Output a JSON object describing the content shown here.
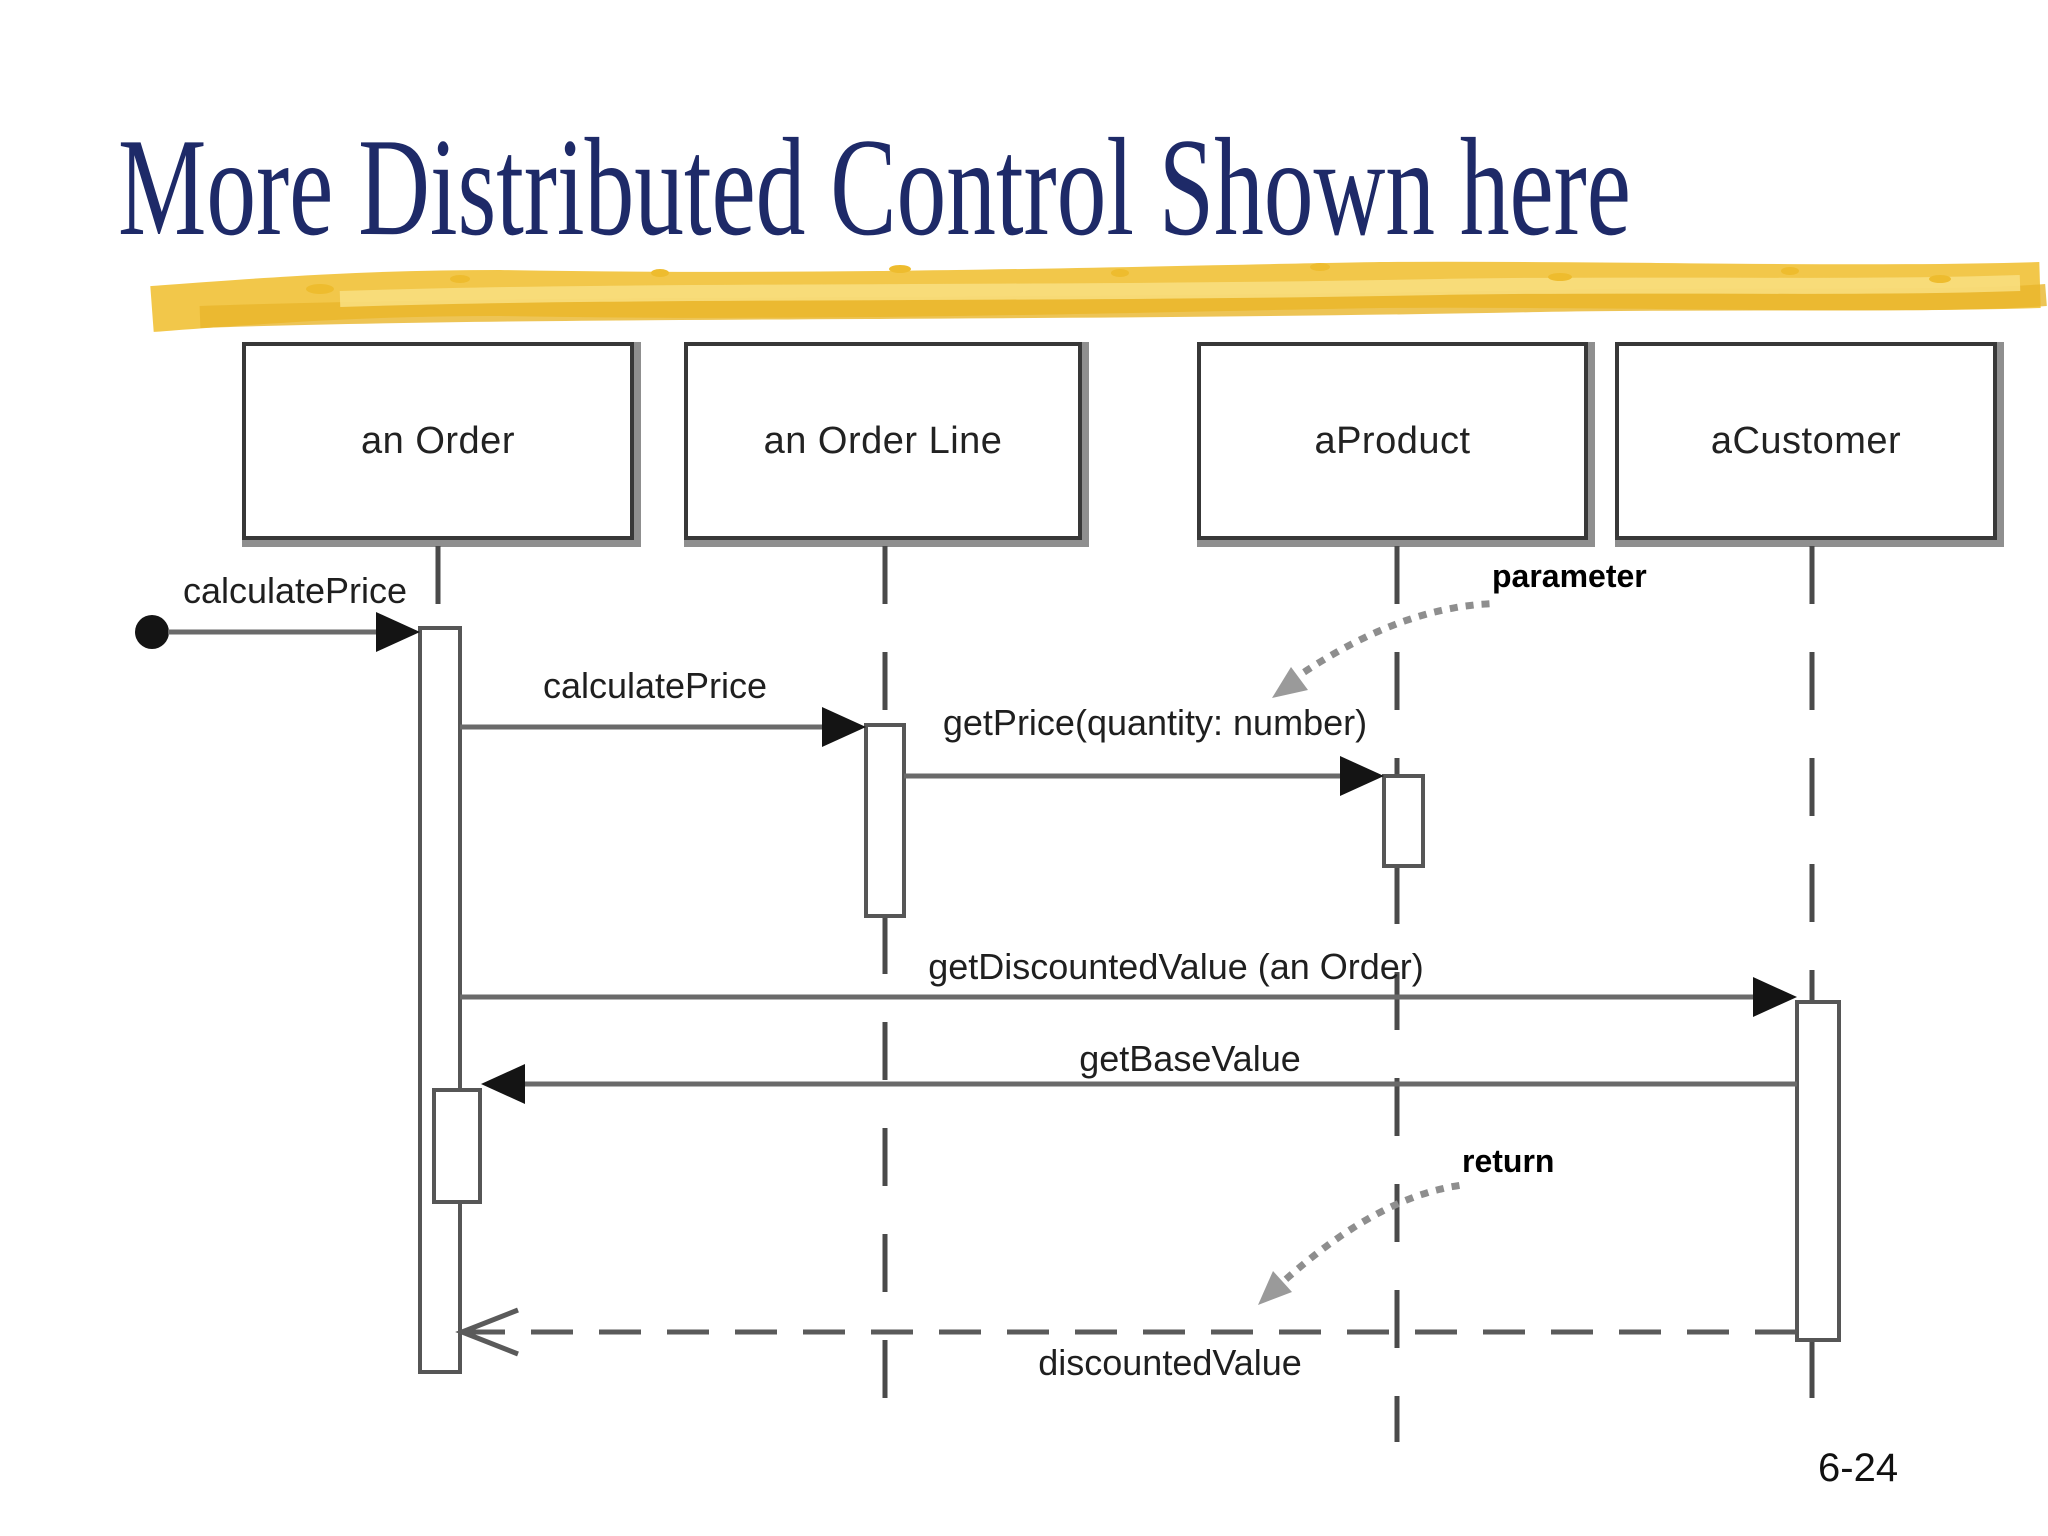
{
  "title": "More Distributed Control Shown here",
  "page_number": "6-24",
  "colors": {
    "title_navy": "#1e2a68",
    "brush_yellow": "#f1c440",
    "brush_highlight": "#f8de7e",
    "brush_dark": "#e8b52b",
    "diagram_line_gray": "#6a6a6a",
    "arrowhead_black": "#141414",
    "annotation_gray": "#8e8e8e"
  },
  "diagram": {
    "kind": "uml-sequence-diagram",
    "objects": [
      {
        "label": "an Order"
      },
      {
        "label": "an Order Line"
      },
      {
        "label": "aProduct"
      },
      {
        "label": "aCustomer"
      }
    ],
    "messages": [
      {
        "label": "calculatePrice",
        "from": "found-message-start",
        "to": "an Order",
        "style": "sync"
      },
      {
        "label": "calculatePrice",
        "from": "an Order",
        "to": "an Order Line",
        "style": "sync"
      },
      {
        "label": "getPrice(quantity: number)",
        "from": "an Order Line",
        "to": "aProduct",
        "style": "sync"
      },
      {
        "label": "getDiscountedValue (an Order)",
        "from": "an Order",
        "to": "aCustomer",
        "style": "sync"
      },
      {
        "label": "getBaseValue",
        "from": "aCustomer",
        "to": "an Order",
        "style": "sync"
      },
      {
        "label": "discountedValue",
        "from": "aCustomer",
        "to": "an Order",
        "style": "return"
      }
    ],
    "annotations": [
      {
        "label": "parameter"
      },
      {
        "label": "return"
      }
    ]
  }
}
